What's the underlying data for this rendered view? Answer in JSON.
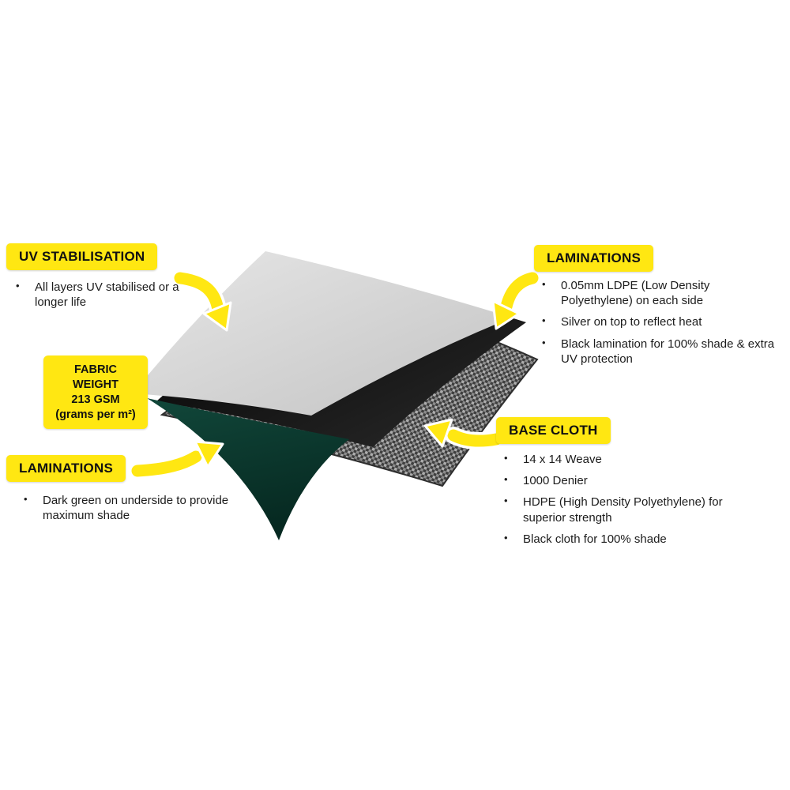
{
  "glyphs": {
    "bullet": "•"
  },
  "colors": {
    "label_bg": "#FFE712",
    "arrow": "#FFE712",
    "silver_layer": "#D6D6D6",
    "black_layer": "#101010",
    "green_layer": "#0C3A2E",
    "weave_dark": "#3F3F3F",
    "weave_light": "#ADADAD"
  },
  "sections": {
    "uv_stabilisation": {
      "title": "UV STABILISATION",
      "bullets": [
        "All layers UV stabilised or a longer life"
      ]
    },
    "fabric_weight": {
      "lines": [
        "FABRIC WEIGHT",
        "213 GSM",
        "(grams per m²)"
      ]
    },
    "laminations_left": {
      "title": "LAMINATIONS",
      "bullets": [
        "Dark green on underside to provide maximum shade"
      ]
    },
    "laminations_right": {
      "title": "LAMINATIONS",
      "bullets": [
        "0.05mm LDPE (Low Density Polyethylene) on each side",
        "Silver on top to reflect heat",
        "Black lamination for 100% shade & extra UV protection"
      ]
    },
    "base_cloth": {
      "title": "BASE CLOTH",
      "bullets": [
        "14 x 14 Weave",
        "1000 Denier",
        "HDPE (High Density Polyethylene) for superior strength",
        "Black cloth for 100% shade"
      ]
    }
  }
}
